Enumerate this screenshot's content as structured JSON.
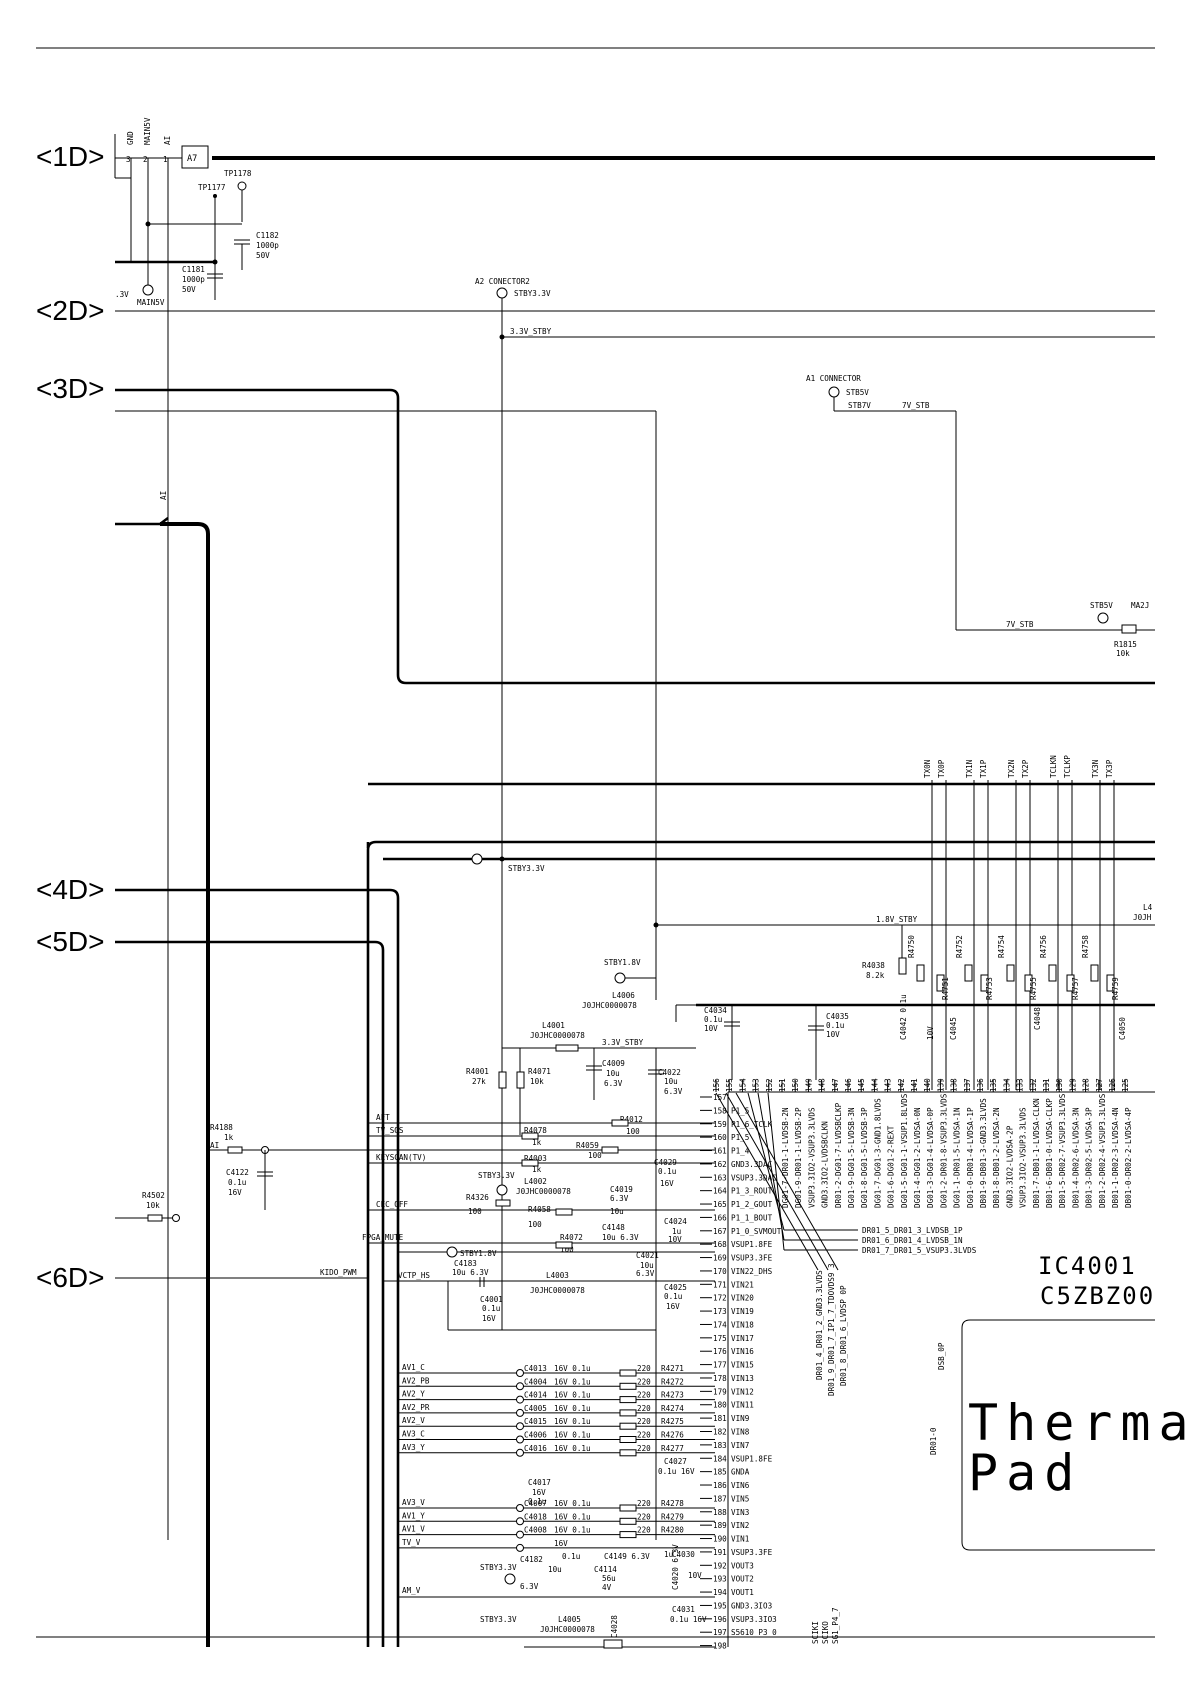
{
  "connectors": [
    "<1D>",
    "<2D>",
    "<3D>",
    "<4D>",
    "<5D>",
    "<6D>"
  ],
  "ic": {
    "ref": "IC4001",
    "part": "C5ZBZ00",
    "pad": [
      "Therma",
      "Pad"
    ],
    "dsb_label": "DSB_0P",
    "dr_label": "DR01-0"
  },
  "top_block": {
    "pins": [
      "GND",
      "MAIN5V",
      "AI"
    ],
    "pin_numbers": [
      "3",
      "2",
      "1"
    ],
    "chip": "A7",
    "tp1": "TP1178",
    "tp2": "TP1177",
    "c1182": [
      "C1182",
      "1000p",
      "50V"
    ],
    "c1181": [
      "C1181",
      "1000p",
      "50V"
    ],
    "main5v": "MAIN5V",
    "v33": ".3V",
    "ai": "AI"
  },
  "power": {
    "a2": "A2 CONECTOR2",
    "stby33": "STBY3.3V",
    "v33_stby": "3.3V_STBY",
    "a1": "A1 CONNECTOR",
    "stb5v": "STB5V",
    "stb7v": "STB7V",
    "v7stb": "7V_STB",
    "stb5v2": "STB5V",
    "ma2j": "MA2J",
    "r1815": [
      "R1815",
      "10k"
    ],
    "stby33b": "STBY3.3V",
    "v18stby": "1.8V_STBY",
    "l4": [
      "L4",
      "J0JH"
    ],
    "stby18": "STBY1.8V"
  },
  "lvds_top": [
    "TX0N",
    "TX0P",
    "TX1N",
    "TX1P",
    "TX2N",
    "TX2P",
    "TCLKN",
    "TCLKP",
    "TX3N",
    "TX3P"
  ],
  "resistors_right": [
    "R4750",
    "R4751",
    "R4752",
    "R4753",
    "R4754",
    "R4755",
    "R4756",
    "R4757",
    "R4758",
    "R4759"
  ],
  "decoupling": {
    "r4038": [
      "R4038",
      "8.2k"
    ],
    "c4042": "C4042 0.1u",
    "v10": "10V",
    "c4045": "C4045",
    "c4048": "C4048",
    "c4050": "C4050",
    "c4034": [
      "C4034",
      "0.1u",
      "10V"
    ],
    "c4035": [
      "C4035",
      "0.1u",
      "10V"
    ],
    "l4006": [
      "L4006",
      "J0JHC0000078"
    ],
    "l4001": [
      "L4001",
      "J0JHC0000078"
    ],
    "c4009": [
      "C4009",
      "10u",
      "6.3V"
    ],
    "c4022": [
      "C4022",
      "10u",
      "6.3V"
    ],
    "r4001": [
      "R4001",
      "27k"
    ],
    "r4071": [
      "R4071",
      "10k"
    ]
  },
  "top_pins": [
    "156",
    "155",
    "154",
    "153",
    "152",
    "151",
    "150",
    "149",
    "148",
    "147",
    "146",
    "145",
    "144",
    "143",
    "142",
    "141",
    "140",
    "139",
    "138",
    "137",
    "136",
    "135",
    "134",
    "133",
    "132",
    "131",
    "130",
    "129",
    "128",
    "127",
    "126",
    "125"
  ],
  "top_pin_names": [
    "DG01-7-DR01-1-LVDSB-2N",
    "DG01-9-DR01-1-LVDSB-2P",
    "VSUP3.3IO2-VSUP3.3LVDS",
    "GND3.3IO2-LVDSBCLKN",
    "DR01-2-DG01-7-LVDSBCLKP",
    "DG01-9-DG01-5-LVDSB-3N",
    "DG01-8-DG01-5-LVDSB-3P",
    "DG01-7-DG01-3-GND1.8LVDS",
    "DG01-6-DG01-2-REXT",
    "DG01-5-DG01-1-VSUP1.8LVDS",
    "DG01-4-DG01-2-LVDSA-0N",
    "DG01-3-DG01-4-LVDSA-0P",
    "DG01-2-DR01-8-VSUP3.3LVDS",
    "DG01-1-DR01-5-LVDSA-1N",
    "DG01-0-DR01-4-LVDSA-1P",
    "DB01-9-DB01-3-GND3.3LVDS",
    "DB01-8-DB01-2-LVDSA-2N",
    "GND3.3IO2-LVDSA-2P",
    "VSUP3.3IO2-VSUP3.3LVDS",
    "DB01-7-DB01-1-LVDSA-CLKN",
    "DB01-6-DB01-0-LVDSA-CLKP",
    "DB01-5-DR02-7-VSUP3.3LVDS",
    "DB01-4-DR02-6-LVDSA-3N",
    "DB01-3-DR02-5-LVDSA-3P",
    "DB01-2-DR02-4-VSUP3.3LVDS",
    "DB01-1-DR02-3-LVDSA-4N",
    "DB01-0-DR02-2-LVDSA-4P"
  ],
  "left_signals": [
    "AFT",
    "TV_SOS",
    "KEYSCAN(TV)",
    "CEC_OFF",
    "FPGA_MUTE",
    "KIDO_PWM",
    "VCTP_HS"
  ],
  "left_parts": {
    "r4188": [
      "R4188",
      "1k"
    ],
    "ai": "AI",
    "c4122": [
      "C4122",
      "0.1u",
      "16V"
    ],
    "r4502": [
      "R4502",
      "10k"
    ],
    "r4078": [
      "R4078",
      "1k"
    ],
    "r4012": [
      "R4012",
      "100"
    ],
    "r4059": [
      "R4059",
      "100"
    ],
    "r4003": [
      "R4003",
      "1k"
    ],
    "c4029": [
      "C4029",
      "0.1u",
      "16V"
    ],
    "stby33": "STBY3.3V",
    "l4002": [
      "L4002",
      "J0JHC0000078"
    ],
    "c4019": [
      "C4019",
      "6.3V"
    ],
    "r4326": [
      "R4326",
      "100"
    ],
    "r4058": [
      "R4058",
      "100"
    ],
    "v10u": "10u",
    "c4148": [
      "C4148",
      "10u 6.3V"
    ],
    "c4024": [
      "C4024",
      "1u",
      "10V"
    ],
    "r4072": [
      "R4072",
      "100"
    ],
    "stby18": "STBY1.8V",
    "c4183": [
      "C4183",
      "10u 6.3V"
    ],
    "c4021": [
      "C4021",
      "10u",
      "6.3V"
    ],
    "l4003": [
      "L4003",
      "J0JHC0000078"
    ],
    "c4001": [
      "C4001",
      "0.1u",
      "16V"
    ],
    "c4025": [
      "C4025",
      "0.1u",
      "16V"
    ]
  },
  "left_pins": [
    "157",
    "158",
    "159",
    "160",
    "161",
    "162",
    "163",
    "164",
    "165",
    "166",
    "167",
    "168",
    "169",
    "170",
    "171",
    "172",
    "173",
    "174",
    "175",
    "176",
    "177",
    "178",
    "179",
    "180",
    "181",
    "182",
    "183",
    "184",
    "185",
    "186",
    "187",
    "188",
    "189",
    "190",
    "191",
    "192",
    "193",
    "194",
    "195",
    "196",
    "197",
    "198"
  ],
  "left_pin_names": [
    "",
    "P1_5",
    "P1_6_TCLK",
    "P1_5",
    "P1_4",
    "GND3.3DAC",
    "VSUP3.3DAC",
    "P1_3_ROUT",
    "P1_2_GOUT",
    "P1_1_BOUT",
    "P1_0_SVMOUT",
    "VSUP1.8FE",
    "VSUP3.3FE",
    "VIN22_DHS",
    "VIN21",
    "VIN20",
    "VIN19",
    "VIN18",
    "VIN17",
    "VIN16",
    "VIN15",
    "VIN13",
    "VIN12",
    "VIN11",
    "VIN9",
    "VIN8",
    "VIN7",
    "VSUP1.8FE",
    "GNDA",
    "VIN6",
    "VIN5",
    "VIN3",
    "VIN2",
    "VIN1",
    "VSUP3.3FE",
    "VOUT3",
    "VOUT2",
    "VOUT1",
    "GND3.3IO3",
    "VSUP3.3IO3",
    "S5610_P3_0",
    ""
  ],
  "av_inputs": [
    {
      "sig": "AV1_C",
      "cap": "C4013",
      "spec": "16V  0.1u",
      "r": "220",
      "ref": "R4271"
    },
    {
      "sig": "AV2_PB",
      "cap": "C4004",
      "spec": "16V 0.1u",
      "r": "220",
      "ref": "R4272"
    },
    {
      "sig": "AV2_Y",
      "cap": "C4014",
      "spec": "16V 0.1u",
      "r": "220",
      "ref": "R4273"
    },
    {
      "sig": "AV2_PR",
      "cap": "C4005",
      "spec": "16V 0.1u",
      "r": "220",
      "ref": "R4274"
    },
    {
      "sig": "AV2_V",
      "cap": "C4015",
      "spec": "16V 0.1u",
      "r": "220",
      "ref": "R4275"
    },
    {
      "sig": "AV3_C",
      "cap": "C4006",
      "spec": "16V 0.1u",
      "r": "220",
      "ref": "R4276"
    },
    {
      "sig": "AV3_Y",
      "cap": "C4016",
      "spec": "16V 0.1u",
      "r": "220",
      "ref": "R4277"
    }
  ],
  "av_inputs2": [
    {
      "sig": "AV3_V",
      "cap": "C4007",
      "spec": "16V 0.1u",
      "r": "220",
      "ref": "R4278"
    },
    {
      "sig": "AV1_Y",
      "cap": "C4018",
      "spec": "16V 0.1u",
      "r": "220",
      "ref": "R4279"
    },
    {
      "sig": "AV1_V",
      "cap": "C4008",
      "spec": "16V 0.1u",
      "r": "220",
      "ref": "R4280"
    },
    {
      "sig": "TV_V",
      "cap": "",
      "spec": "16V",
      "r": "",
      "ref": ""
    }
  ],
  "bottom_parts": {
    "c4027": [
      "C4027",
      "0.1u 16V"
    ],
    "c4017": [
      "C4017",
      "16V",
      "0.1u"
    ],
    "c4182": "C4182",
    "v01u": "0.1u",
    "c4149": "C4149 6.3V",
    "c4030": "C4030",
    "c4114": [
      "C4114",
      "56u",
      "4V"
    ],
    "stby33a": "STBY3.3V",
    "v63": "6.3V",
    "am_v": "AM_V",
    "c4031": [
      "C4031",
      "0.1u 16V"
    ],
    "c4028": "C4028",
    "stby33b": "STBY3.3V",
    "l4005": [
      "L4005",
      "J0JHC0000078"
    ],
    "u10": "10u",
    "u1": "1u",
    "v10": "10V",
    "c4020": "C4020 6.3V"
  },
  "dr_lines": [
    "DR01_5_DR01_3_LVDSB_1P",
    "DR01_6_DR01_4_LVDSB_1N",
    "DR01_7_DR01_5_VSUP3.3LVDS"
  ],
  "dr_lines_vertical": [
    "DR01_4_DR01_2_GND3.3LVDS",
    "DR01_9_DR01_7_IP1_7_TDOVDS9 3",
    "DR01_8_DR01_6_LVDSP 0P"
  ],
  "bottom_right": [
    "SCIKI",
    "SCIKO",
    "SG1_P4_7"
  ]
}
